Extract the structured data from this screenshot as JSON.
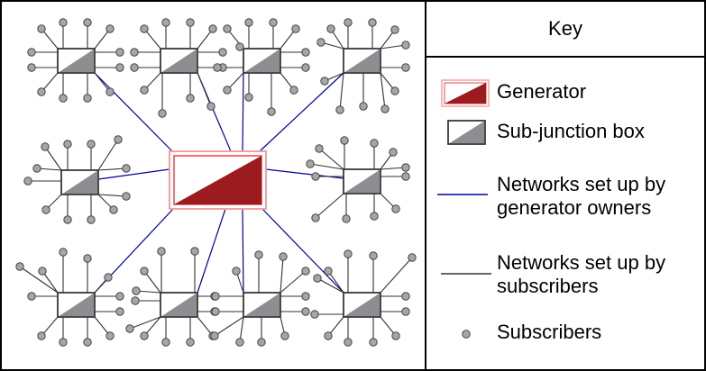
{
  "key": {
    "title": "Key",
    "items": [
      {
        "symbol": "generator",
        "label": "Generator"
      },
      {
        "symbol": "sub-junction-box",
        "label": "Sub-junction box"
      },
      {
        "symbol": "blue-line",
        "label": "Networks set up by\ngenerator owners"
      },
      {
        "symbol": "black-line",
        "label": "Networks set up by\nsubscribers"
      },
      {
        "symbol": "subscriber-dot",
        "label": "Subscribers"
      }
    ]
  },
  "colors": {
    "generator_fill": "#9b1b1f",
    "generator_border": "#e8474f",
    "generator_border_light": "#f3a0a4",
    "junction_fill": "#8e8e92",
    "junction_border": "#333333",
    "subscriber_fill": "#a6a6a6",
    "generator_network": "#00009c",
    "subscriber_network": "#333333"
  },
  "junction_boxes": [
    {
      "id": "jb-top-1",
      "subscribers": 12
    },
    {
      "id": "jb-top-2",
      "subscribers": 12
    },
    {
      "id": "jb-top-3",
      "subscribers": 12
    },
    {
      "id": "jb-top-4",
      "subscribers": 12
    },
    {
      "id": "jb-mid-left",
      "subscribers": 12
    },
    {
      "id": "jb-mid-right",
      "subscribers": 12
    },
    {
      "id": "jb-bottom-1",
      "subscribers": 12
    },
    {
      "id": "jb-bottom-2",
      "subscribers": 12
    },
    {
      "id": "jb-bottom-3",
      "subscribers": 12
    },
    {
      "id": "jb-bottom-4",
      "subscribers": 12
    }
  ]
}
